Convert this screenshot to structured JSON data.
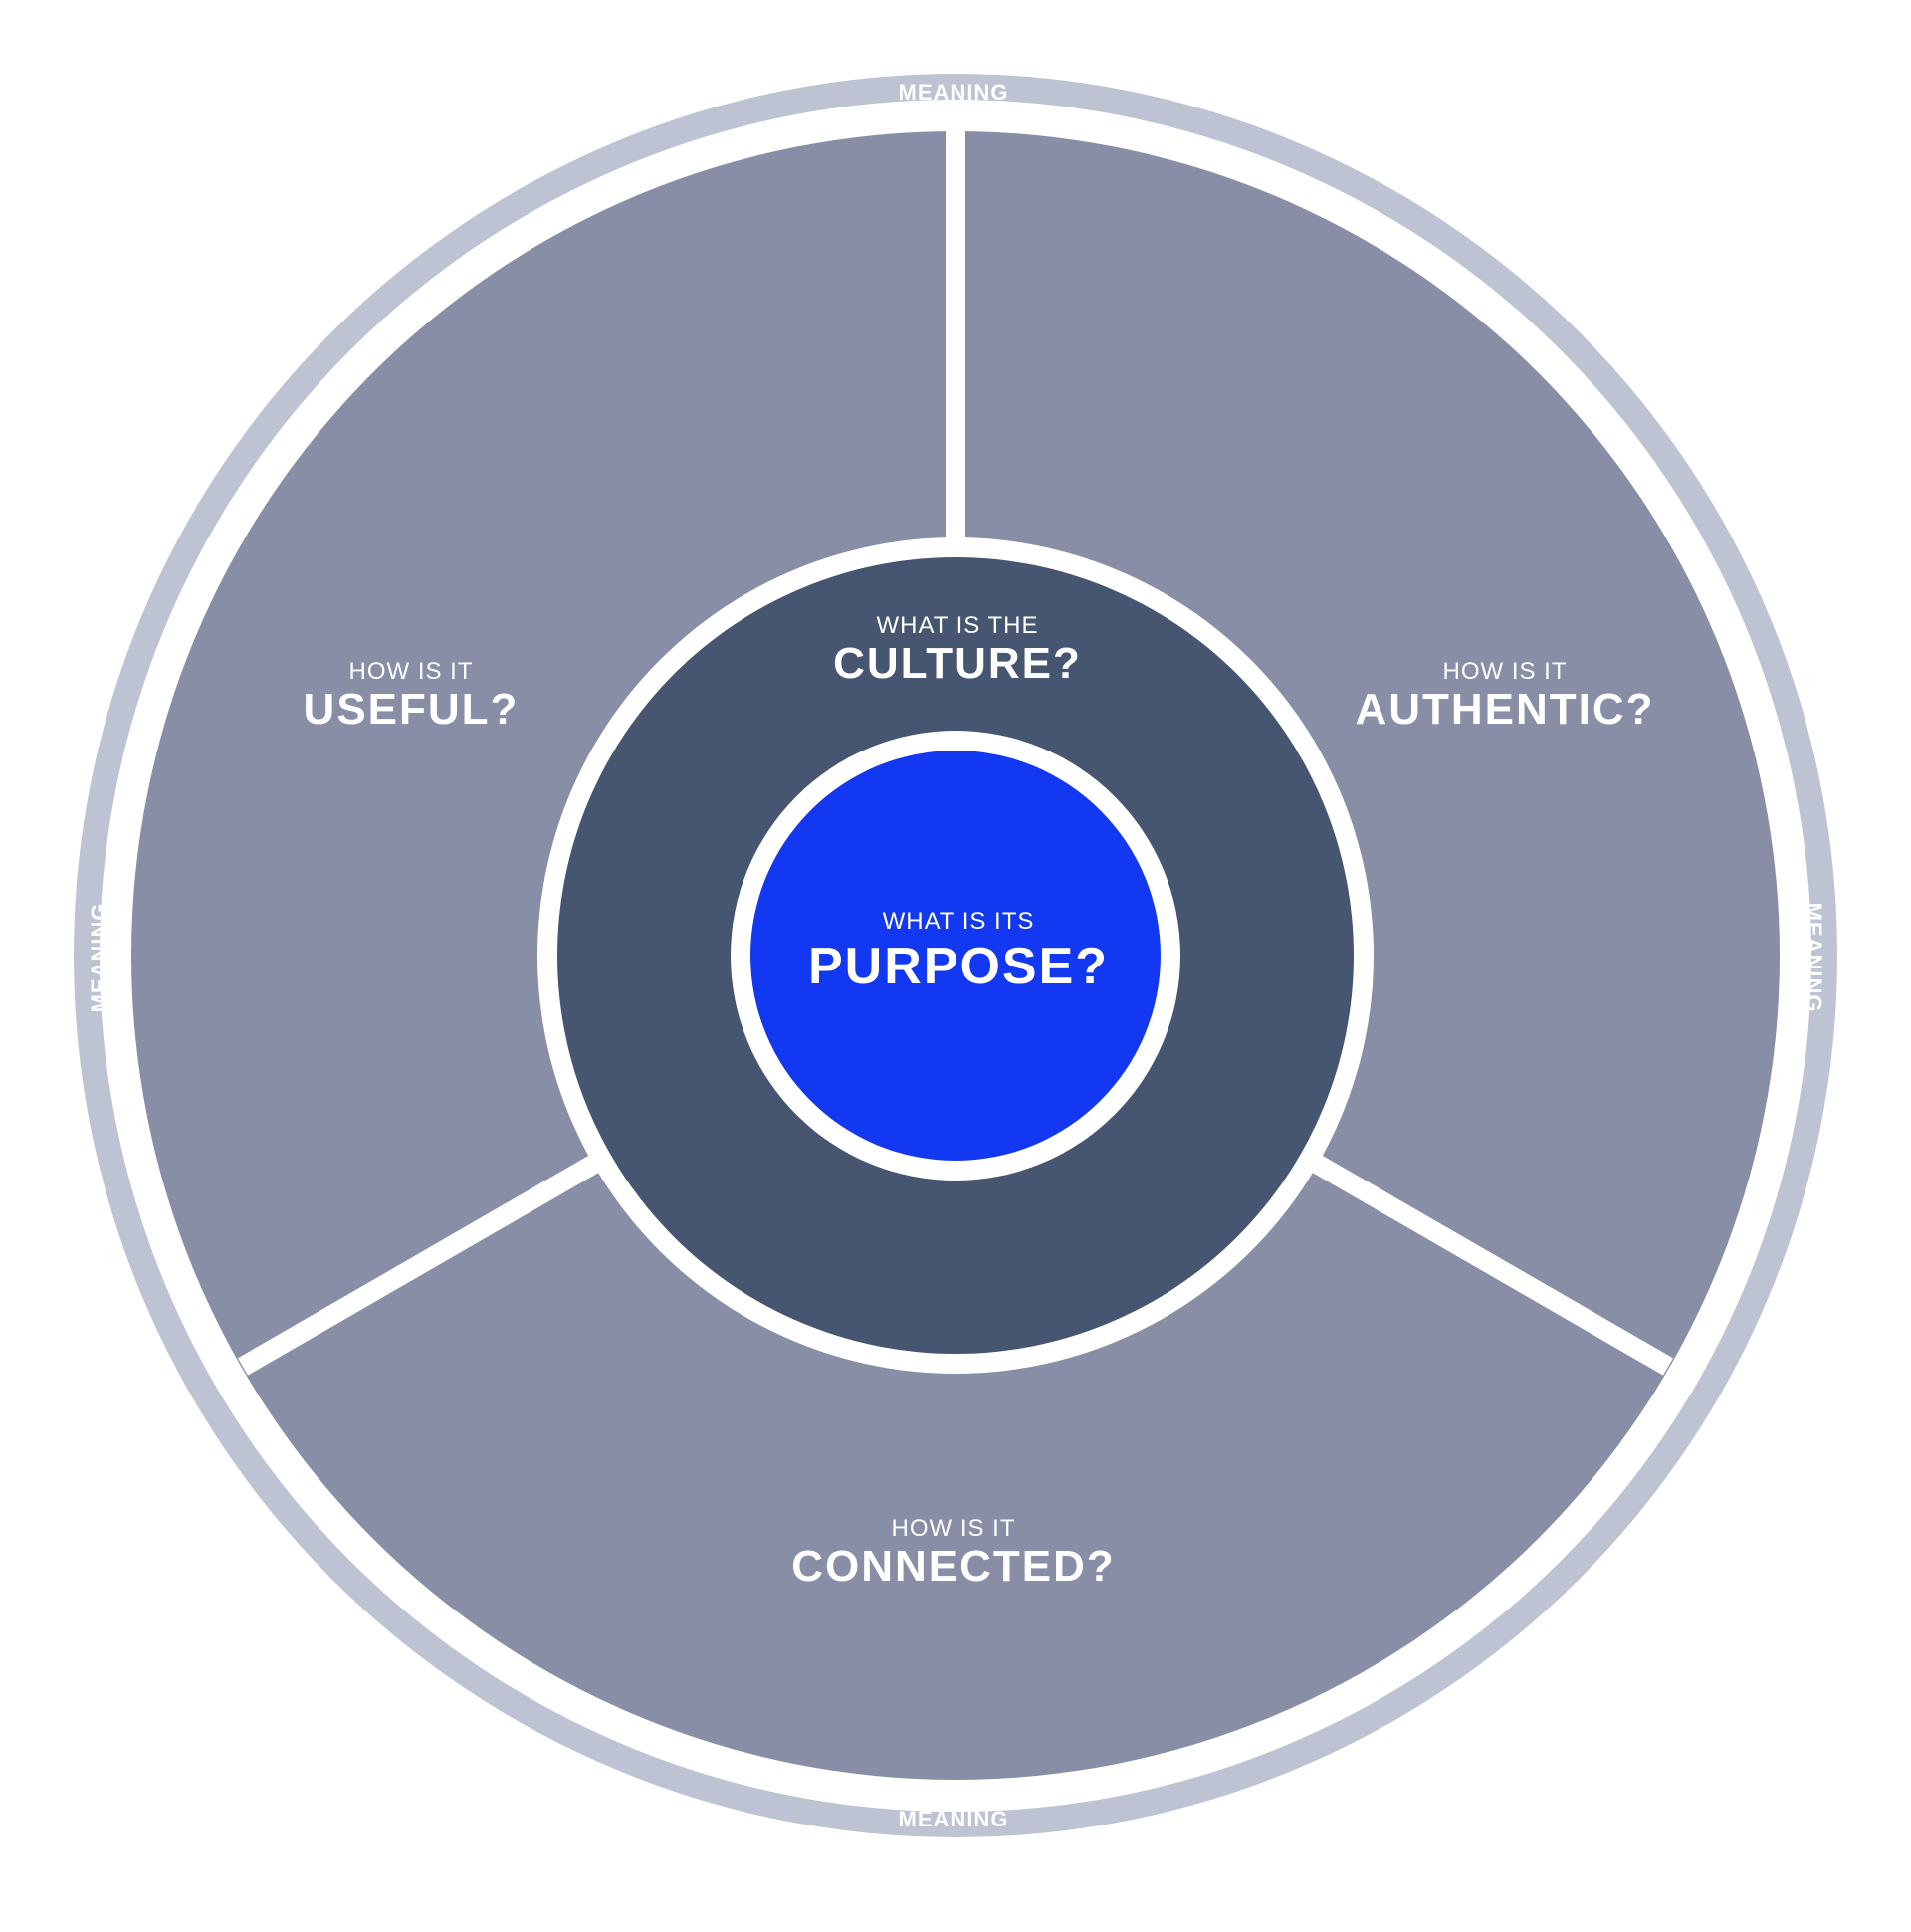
{
  "colors": {
    "background": "#ffffff",
    "outer_ring": "#bec3d3",
    "segments": "#878ea6",
    "culture_ring": "#465570",
    "purpose_core": "#1338f2",
    "separator": "#ffffff",
    "text": "#ffffff"
  },
  "ring": {
    "top": "MEANING",
    "bottom": "MEANING",
    "left": "MEANING",
    "right": "MEANING"
  },
  "segments": {
    "useful": {
      "prefix": "HOW IS IT",
      "title": "USEFUL?"
    },
    "authentic": {
      "prefix": "HOW IS IT",
      "title": "AUTHENTIC?"
    },
    "connected": {
      "prefix": "HOW IS IT",
      "title": "CONNECTED?"
    }
  },
  "culture": {
    "prefix": "WHAT IS THE",
    "title": "CULTURE?"
  },
  "purpose": {
    "prefix": "WHAT IS ITS",
    "title": "PURPOSE?"
  }
}
